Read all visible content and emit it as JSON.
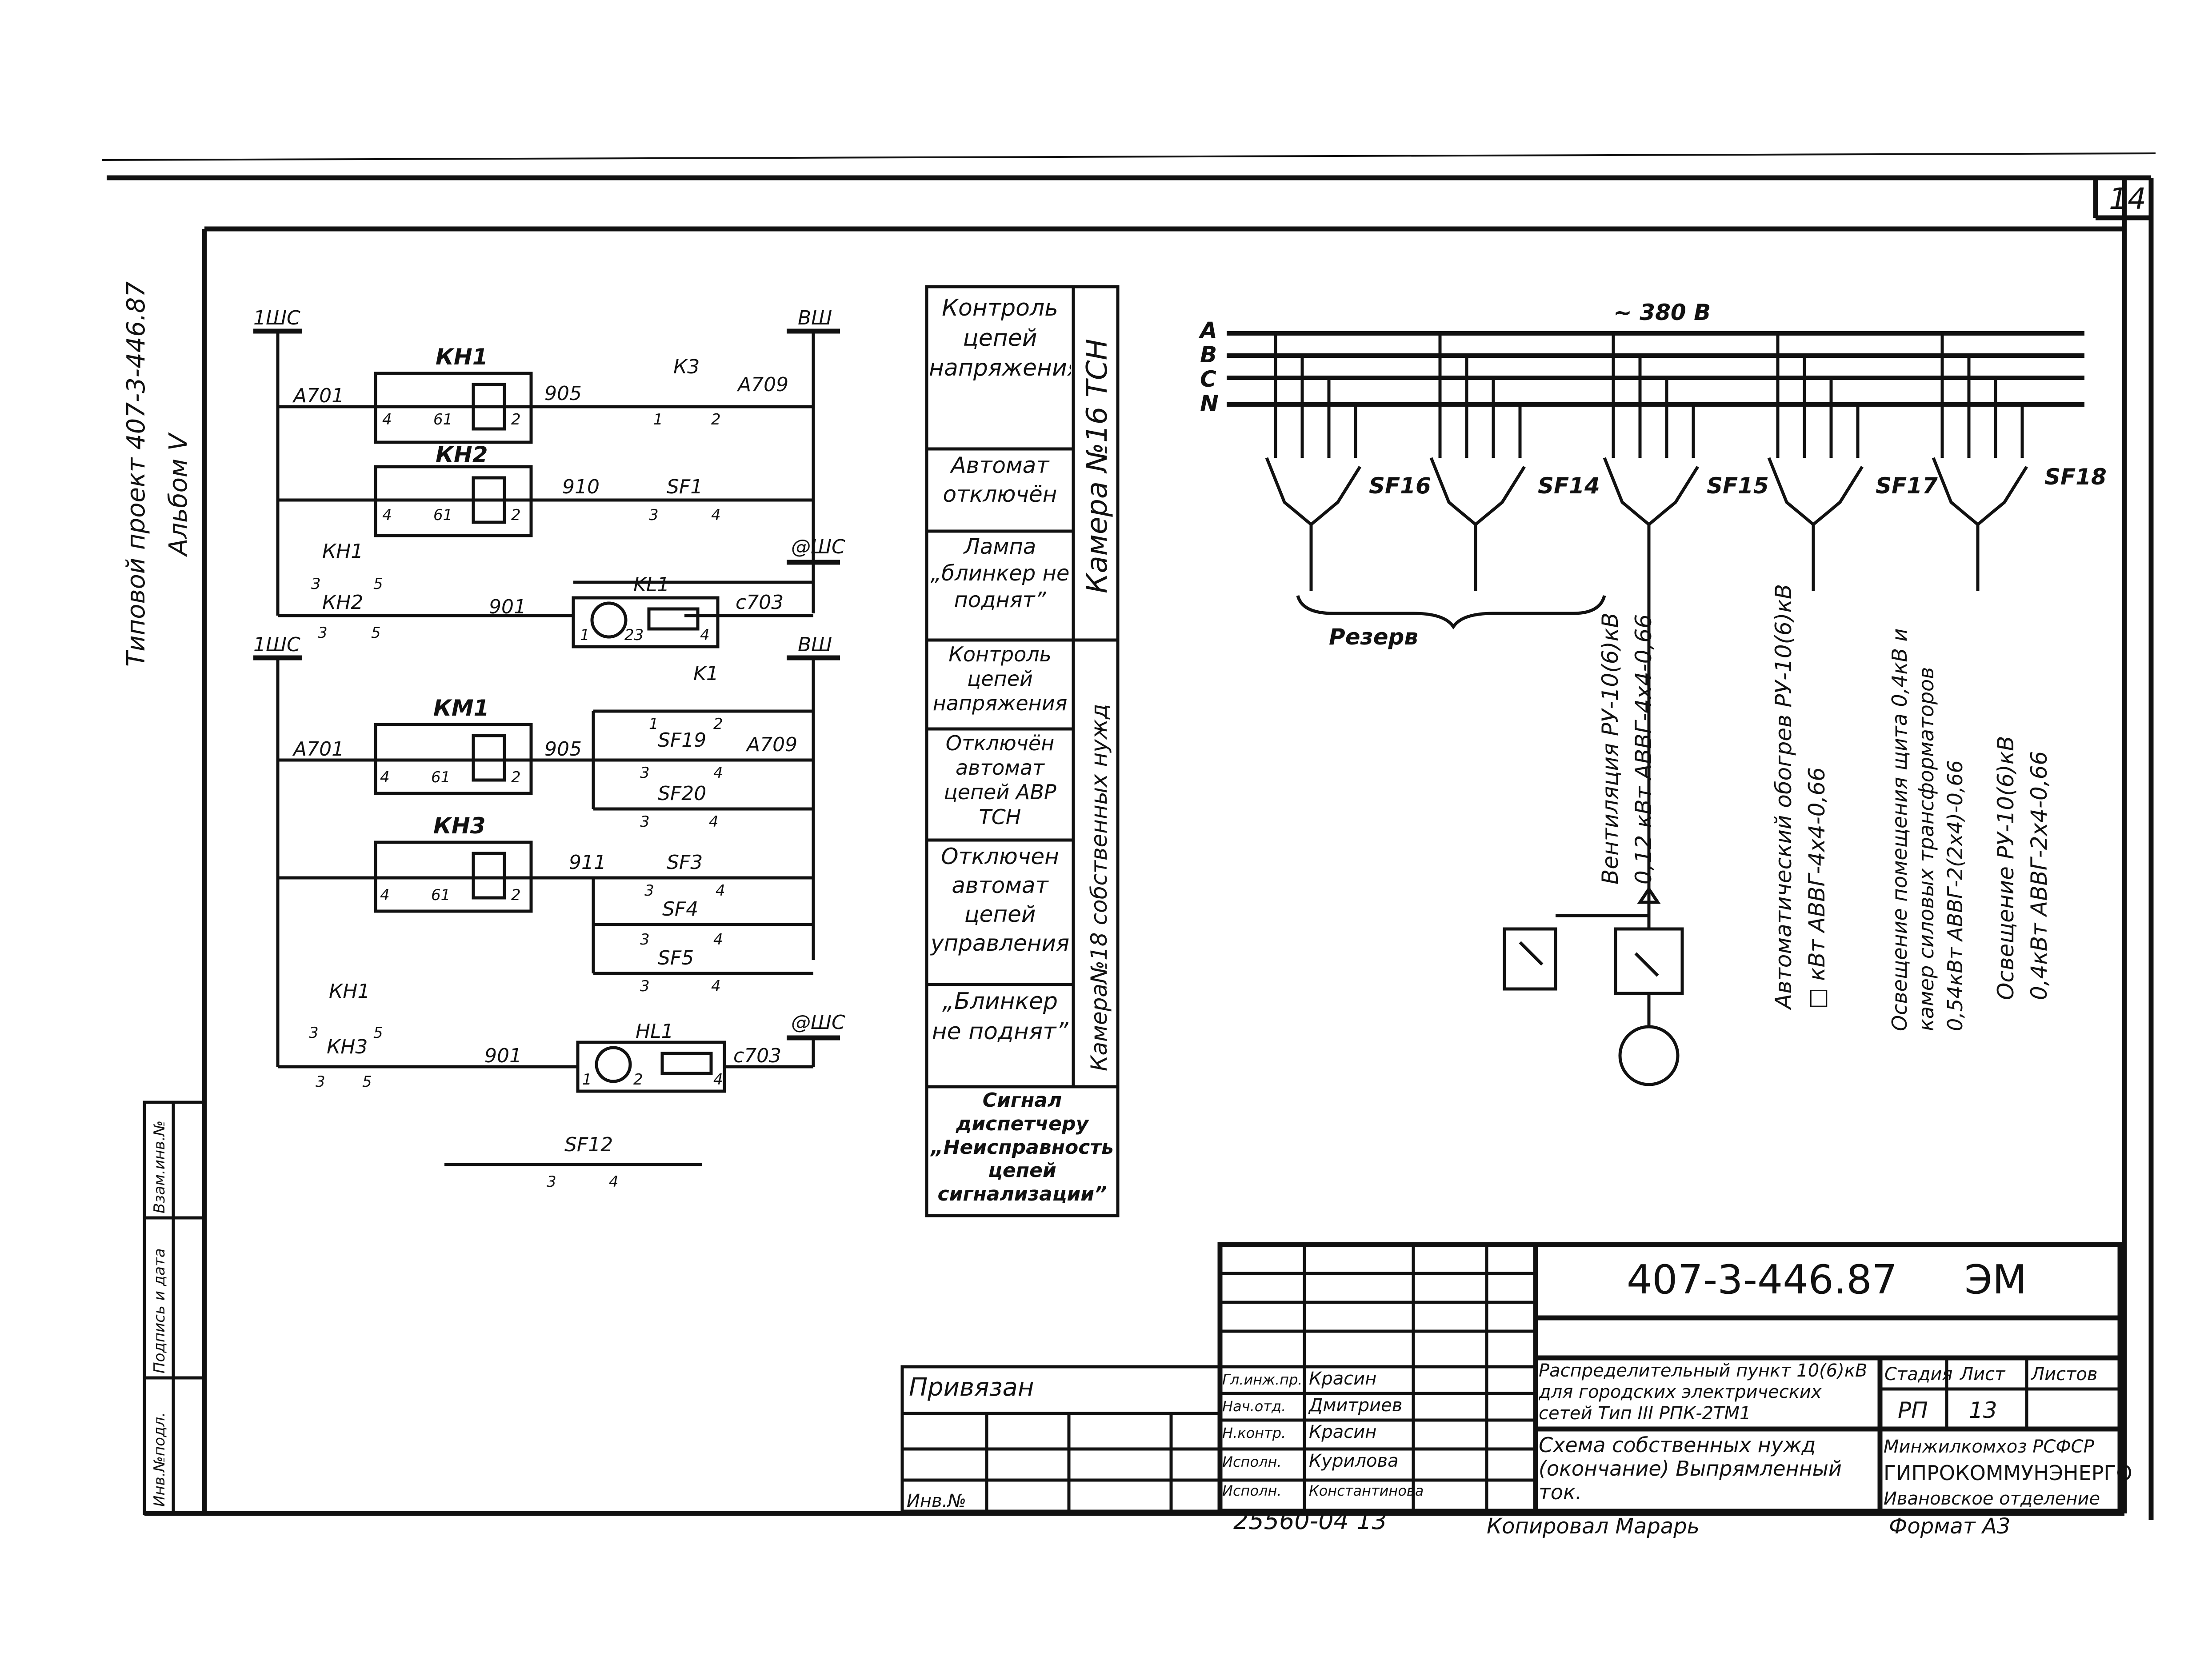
{
  "sheet": {
    "page_number": "14",
    "side_project_title": "Типовой проект 407-3-446.87",
    "side_album": "Альбом V",
    "side_stamp_cells": [
      "Инв.№подл.",
      "Подпись и дата",
      "Взам.инв.№"
    ]
  },
  "left_schematic": {
    "bus_labels": [
      "1ШС",
      "ВШ",
      "@ШС",
      "1ШС",
      "ВШ",
      "@ШС"
    ],
    "device_labels": [
      "КН1",
      "КН2",
      "К3",
      "SF1",
      "КН1",
      "КН2",
      "KL1",
      "K1",
      "КМ1",
      "SF19",
      "SF20",
      "КН3",
      "SF3",
      "SF4",
      "SF5",
      "КН1",
      "КН3",
      "HL1",
      "SF12"
    ],
    "wire_labels": [
      "А701",
      "905",
      "А709",
      "910",
      "901",
      "с703",
      "А701",
      "905",
      "А709",
      "911",
      "901",
      "с703"
    ],
    "pin_labels": [
      "4",
      "61",
      "2",
      "1",
      "2",
      "4",
      "61",
      "2",
      "3",
      "4",
      "3",
      "5",
      "3",
      "5",
      "1",
      "23",
      "4",
      "1",
      "2",
      "4",
      "61",
      "2",
      "3",
      "4",
      "3",
      "4",
      "4",
      "61",
      "2",
      "3",
      "4",
      "3",
      "4",
      "3",
      "4",
      "3",
      "5",
      "3",
      "5",
      "1",
      "2",
      "4",
      "3",
      "4"
    ]
  },
  "legend_table": {
    "group_1_label": "Камера №16 ТСН",
    "group_2_label": "Камера№18 собственных нужд",
    "rows": [
      "Контроль цепей напряжения",
      "Автомат отключён",
      "Лампа „блинкер не поднят”",
      "Контроль цепей напряжения",
      "Отключён автомат цепей АВР ТСН",
      "Отключен автомат цепей управления",
      "„Блинкер не поднят”",
      "Сигнал диспетчеру „Неисправность цепей сигнализации”"
    ]
  },
  "power_diagram": {
    "voltage": "~ 380 В",
    "phases": [
      "А",
      "В",
      "С",
      "N"
    ],
    "breakers": [
      "SF16",
      "SF14",
      "SF15",
      "SF17",
      "SF18"
    ],
    "reserve_label": "Резерв",
    "feeders": [
      {
        "line1": "Вентиляция РУ-10(6)кВ",
        "line2": "0,12 кВт  АВВГ-4х4-0,66"
      },
      {
        "line1": "Автоматический обогрев РУ-10(6)кВ",
        "line2": "□ кВт  АВВГ-4х4-0,66"
      },
      {
        "line1": "Освещение помещения щита 0,4кВ и",
        "line2": "камер силовых трансформаторов",
        "line3": "0,54кВт АВВГ-2(2х4)-0,66"
      },
      {
        "line1": "Освещение РУ-10(6)кВ",
        "line2": "0,4кВт  АВВГ-2х4-0,66"
      }
    ]
  },
  "title_block": {
    "doc_code": "407-3-446.87",
    "doc_mark": "ЭМ",
    "bound_label": "Привязан",
    "inv_label": "Инв.№",
    "roles": [
      "Гл.инж.пр.",
      "Нач.отд.",
      "Н.контр.",
      "Исполн.",
      "Исполн."
    ],
    "names": [
      "Красин",
      "Дмитриев",
      "Красин",
      "Курилова",
      "Константинова"
    ],
    "description_1": "Распределительный пункт 10(6)кВ для городских электрических сетей  Тип III РПК-2ТМ1",
    "description_2": "Схема собственных нужд (окончание) Выпрямленный ток.",
    "stage_header": "Стадия",
    "sheet_header": "Лист",
    "sheets_header": "Листов",
    "stage_value": "РП",
    "sheet_value": "13",
    "org_1": "Минжилкомхоз РСФСР",
    "org_2": "ГИПРОКОММУНЭНЕРГО",
    "org_3": "Ивановское отделение",
    "bottom_number": "25560-04  13",
    "copied_by": "Копировал  Марарь",
    "format": "Формат А3"
  }
}
